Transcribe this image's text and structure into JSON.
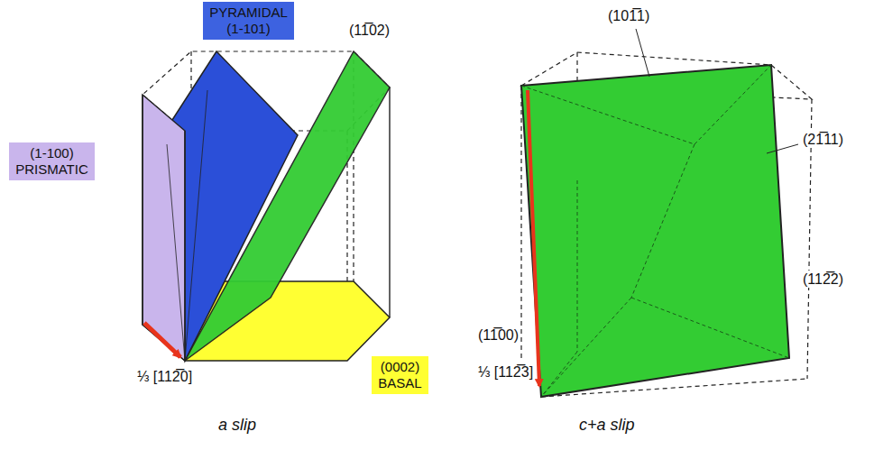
{
  "diagram": {
    "nodes": [
      {
        "text": [
          "PYRAMIDAL",
          "(1-101)"
        ]
      },
      {
        "text": [
          "(1-100)",
          "PRISMATIC"
        ]
      },
      {
        "text": [
          "(0002)",
          "BASAL"
        ]
      }
    ],
    "labels": [
      "(11̅02)",
      "⅓ [112̅0]",
      "a slip",
      "(101̅1)",
      "(21̅11)",
      "(112̅2)",
      "(11̅00)",
      "⅓ [112̅3]",
      "c+a slip"
    ]
  }
}
